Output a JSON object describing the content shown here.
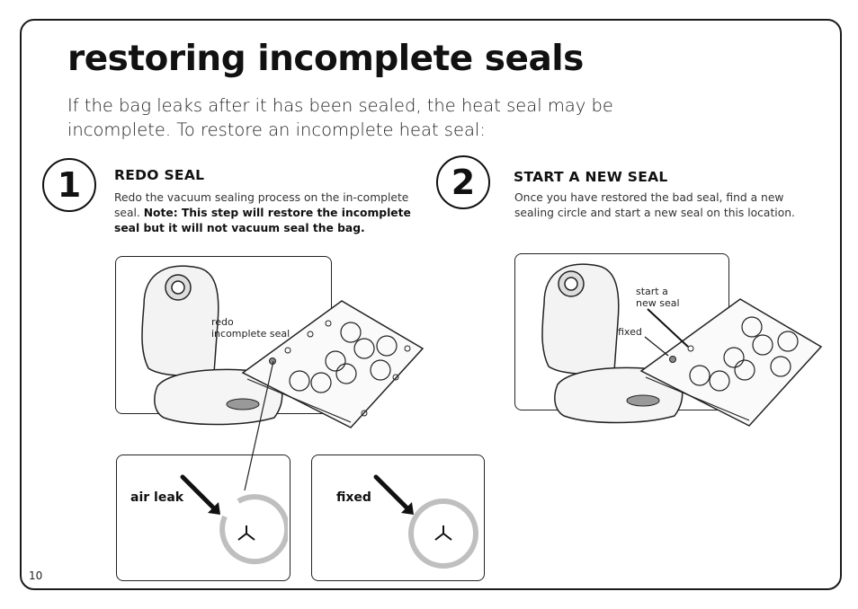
{
  "title": "restoring incomplete seals",
  "intro": "If the bag leaks after it has been sealed, the heat seal may be incomplete. To restore an incomplete heat seal:",
  "steps": [
    {
      "number": "1",
      "heading": "REDO SEAL",
      "body": "Redo the vacuum sealing process on the in-complete seal. ",
      "note": "Note: This step will restore the incomplete seal but it will not vacuum seal the bag.",
      "callout": "redo incomplete seal",
      "callout_lines": [
        "redo",
        "incomplete seal"
      ]
    },
    {
      "number": "2",
      "heading": "START A NEW SEAL",
      "body": "Once you have restored the bad seal, find a new sealing circle and start a new seal on this location.",
      "callout_start_lines": [
        "start a",
        "new seal"
      ],
      "callout_fixed": "fixed"
    }
  ],
  "details": [
    {
      "label": "air leak",
      "state": "open ring",
      "icon": "seal-ring-broken"
    },
    {
      "label": "fixed",
      "state": "closed ring",
      "icon": "seal-ring-complete"
    }
  ],
  "page_number": "10",
  "colors": {
    "ink": "#111111",
    "ring_gray": "#bfbfbf",
    "frame": "#1a1a1a"
  }
}
